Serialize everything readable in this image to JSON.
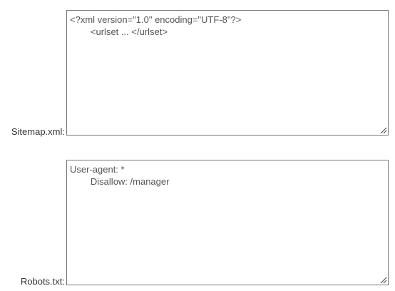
{
  "fields": {
    "sitemap": {
      "label": "Sitemap.xml:",
      "value": "<?xml version=\"1.0\" encoding=\"UTF-8\"?>\n\t<urlset ... </urlset>"
    },
    "robots": {
      "label": "Robots.txt:",
      "value": "User-agent: *\n\tDisallow: /manager"
    }
  },
  "icons": {
    "resize": "resize-grip-icon"
  }
}
